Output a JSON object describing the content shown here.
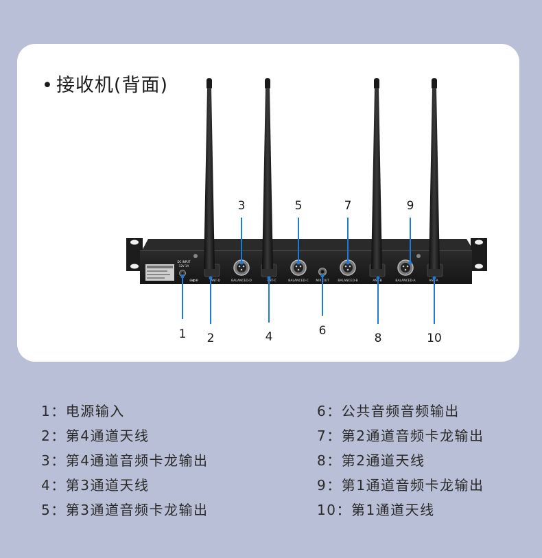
{
  "title": "接收机(背面)",
  "bullet": "•",
  "panel_text": {
    "dc_input": "DC INPUT",
    "dc_volt": "12V 1A",
    "ant": "ANT",
    "ant_b": "ANT-B",
    "ant_c": "ANT-C",
    "ant_a": "ANT-A",
    "ant_d": "ANT-D",
    "balanced_d": "BALANCED-D",
    "balanced_c": "BALANCED-C",
    "balanced_b": "BALANCED-B",
    "balanced_a": "BALANCED-A",
    "mix_out": "MIX OUT"
  },
  "callouts": [
    "1",
    "2",
    "3",
    "4",
    "5",
    "6",
    "7",
    "8",
    "9",
    "10"
  ],
  "legend_left": [
    {
      "num": "1",
      "text": "电源输入"
    },
    {
      "num": "2",
      "text": "第4通道天线"
    },
    {
      "num": "3",
      "text": "第4通道音频卡龙输出"
    },
    {
      "num": "4",
      "text": "第3通道天线"
    },
    {
      "num": "5",
      "text": "第3通道音频卡龙输出"
    }
  ],
  "legend_right": [
    {
      "num": "6",
      "text": "公共音频音频输出"
    },
    {
      "num": "7",
      "text": "第2通道音频卡龙输出"
    },
    {
      "num": "8",
      "text": "第2通道天线"
    },
    {
      "num": "9",
      "text": "第1通道音频卡龙输出"
    },
    {
      "num": "10",
      "text": "第1通道天线"
    }
  ],
  "separator": "：",
  "colors": {
    "background": "#b8bfd6",
    "card": "#ffffff",
    "callout_line": "#1b7bd6",
    "device": "#1e1e1e"
  }
}
